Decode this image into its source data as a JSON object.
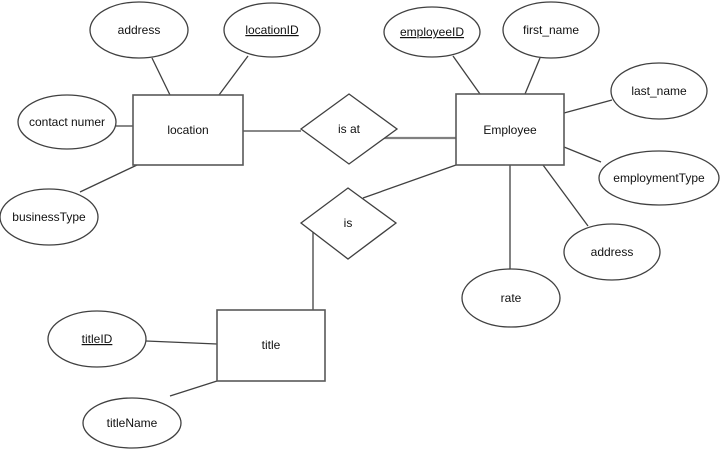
{
  "diagram": {
    "kind": "entity-relationship-diagram",
    "colors": {
      "background": "#ffffff",
      "shape_fill": "#ffffff",
      "shape_stroke": "#404040",
      "entity_stroke": "#595959",
      "gray_connector": "#808080",
      "text": "#111111"
    }
  },
  "nodes": {
    "location": {
      "label": "location",
      "type": "entity"
    },
    "employee": {
      "label": "Employee",
      "type": "entity"
    },
    "title": {
      "label": "title",
      "type": "entity"
    },
    "is_at": {
      "label": "is at",
      "type": "relationship"
    },
    "is": {
      "label": "is",
      "type": "relationship"
    },
    "loc_address": {
      "label": "address",
      "type": "attribute",
      "key": false,
      "of": "location"
    },
    "locationID": {
      "label": "locationID",
      "type": "attribute",
      "key": true,
      "of": "location"
    },
    "contact_numer": {
      "label": "contact numer",
      "type": "attribute",
      "key": false,
      "of": "location"
    },
    "businessType": {
      "label": "businessType",
      "type": "attribute",
      "key": false,
      "of": "location"
    },
    "employeeID": {
      "label": "employeeID",
      "type": "attribute",
      "key": true,
      "of": "Employee"
    },
    "first_name": {
      "label": "first_name",
      "type": "attribute",
      "key": false,
      "of": "Employee"
    },
    "last_name": {
      "label": "last_name",
      "type": "attribute",
      "key": false,
      "of": "Employee"
    },
    "employmentType": {
      "label": "employmentType",
      "type": "attribute",
      "key": false,
      "of": "Employee"
    },
    "emp_address": {
      "label": "address",
      "type": "attribute",
      "key": false,
      "of": "Employee"
    },
    "rate": {
      "label": "rate",
      "type": "attribute",
      "key": false,
      "of": "Employee"
    },
    "titleID": {
      "label": "titleID",
      "type": "attribute",
      "key": true,
      "of": "title"
    },
    "titleName": {
      "label": "titleName",
      "type": "attribute",
      "key": false,
      "of": "title"
    }
  },
  "connections": [
    {
      "from": "address",
      "to": "location"
    },
    {
      "from": "locationID",
      "to": "location"
    },
    {
      "from": "contact numer",
      "to": "location"
    },
    {
      "from": "businessType",
      "to": "location"
    },
    {
      "from": "location",
      "to": "is at"
    },
    {
      "from": "is at",
      "to": "Employee"
    },
    {
      "from": "employeeID",
      "to": "Employee"
    },
    {
      "from": "first_name",
      "to": "Employee"
    },
    {
      "from": "last_name",
      "to": "Employee"
    },
    {
      "from": "employmentType",
      "to": "Employee"
    },
    {
      "from": "address",
      "to": "Employee"
    },
    {
      "from": "rate",
      "to": "Employee"
    },
    {
      "from": "Employee",
      "to": "is"
    },
    {
      "from": "is",
      "to": "title"
    },
    {
      "from": "titleID",
      "to": "title"
    },
    {
      "from": "titleName",
      "to": "title"
    }
  ]
}
